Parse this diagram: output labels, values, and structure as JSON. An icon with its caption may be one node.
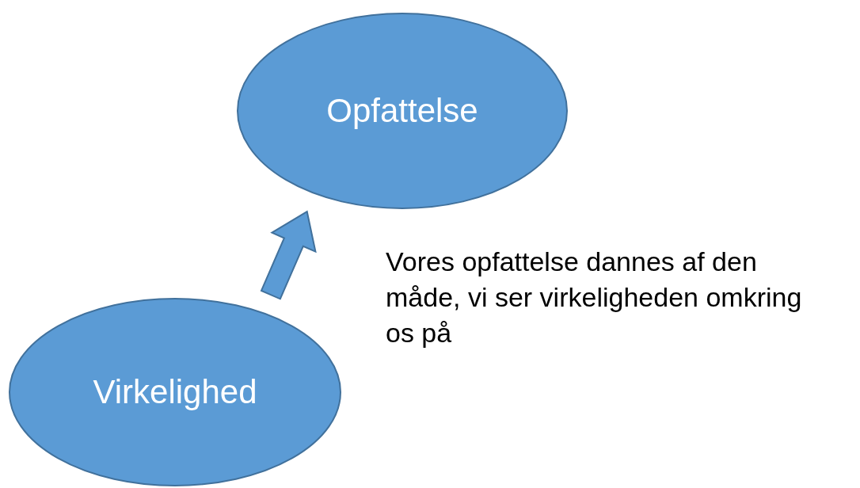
{
  "diagram": {
    "nodes": [
      {
        "text": [
          "Opfattelse"
        ]
      },
      {
        "text": [
          "Virkelighed"
        ]
      }
    ],
    "edges": [
      {
        "from": 1,
        "to": 0,
        "arrow": "to",
        "style": "thick"
      }
    ],
    "labels": [
      "Vores opfattelse dannes af den måde, vi ser virkeligheden omkring os på"
    ]
  }
}
